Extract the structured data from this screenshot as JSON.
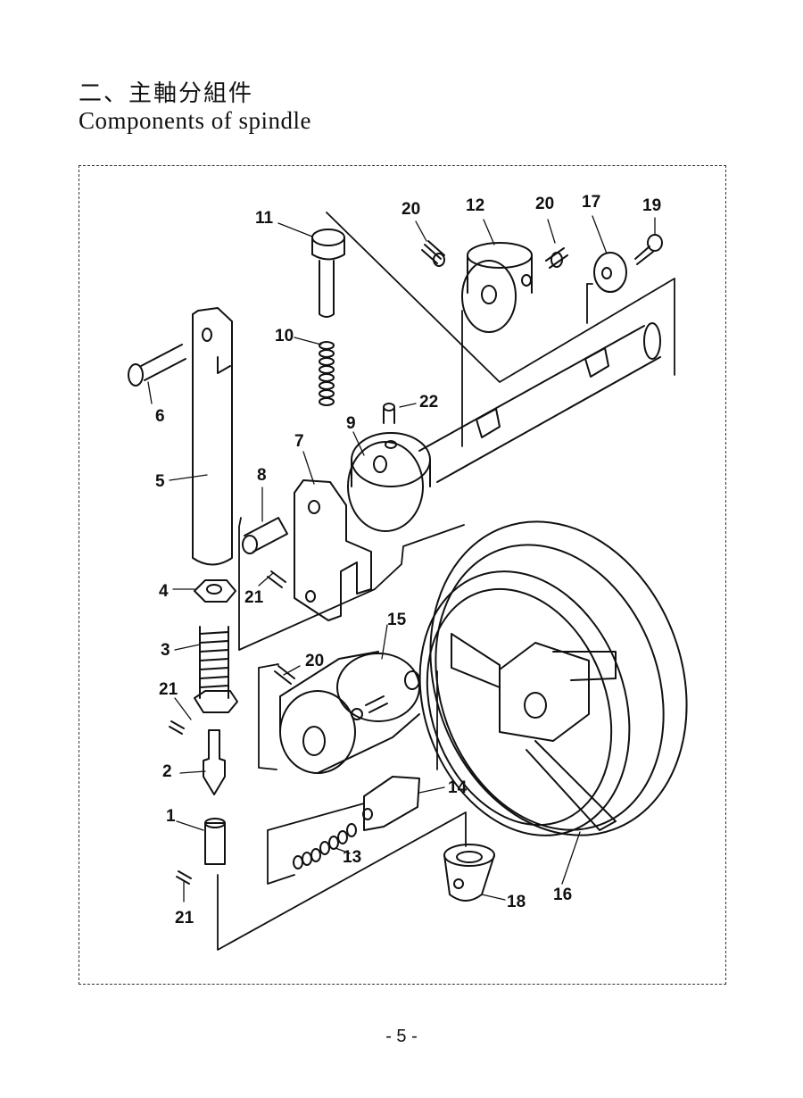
{
  "header": {
    "title_cn": "二、主軸分組件",
    "title_en": "Components of spindle"
  },
  "callouts": [
    "1",
    "2",
    "3",
    "4",
    "5",
    "6",
    "7",
    "8",
    "9",
    "10",
    "11",
    "12",
    "13",
    "14",
    "15",
    "16",
    "17",
    "18",
    "19",
    "20",
    "20",
    "20",
    "21",
    "21",
    "21",
    "22"
  ],
  "footer": {
    "page_number": "- 5 -"
  }
}
